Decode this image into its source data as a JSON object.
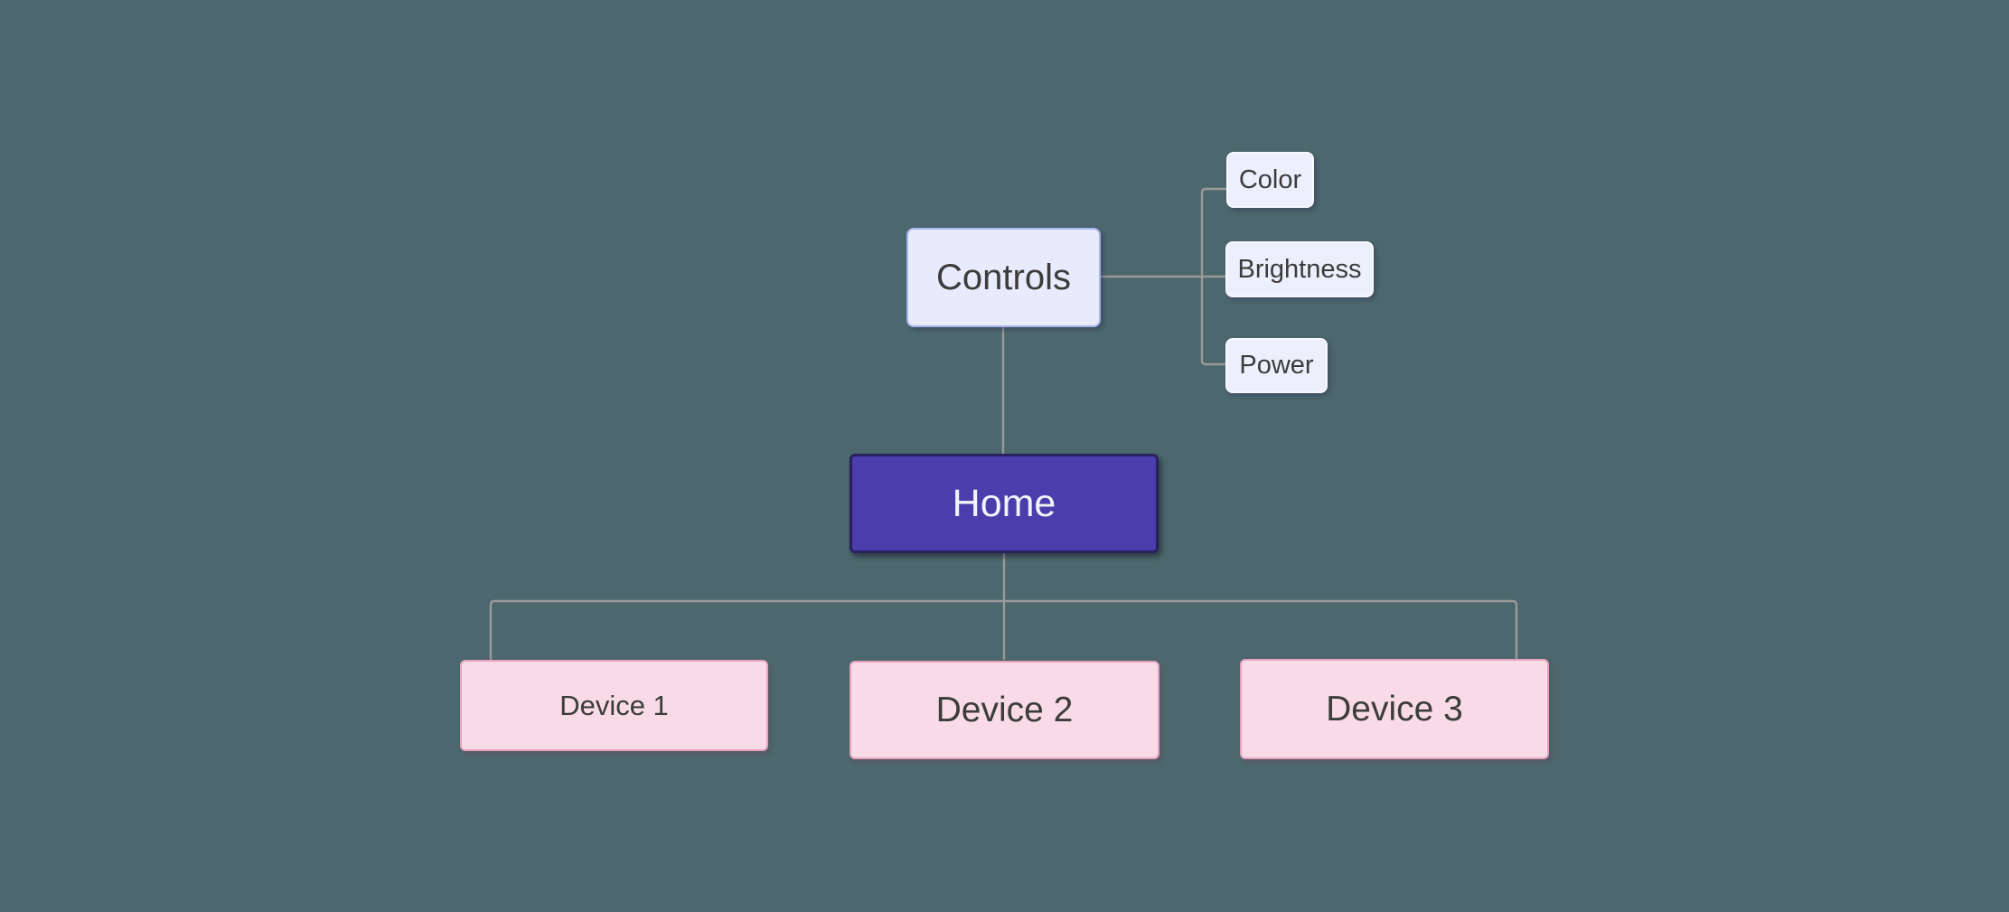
{
  "diagram": {
    "root": {
      "label": "Home"
    },
    "branch": {
      "label": "Controls"
    },
    "leaves": [
      {
        "label": "Color"
      },
      {
        "label": "Brightness"
      },
      {
        "label": "Power"
      }
    ],
    "devices": [
      {
        "label": "Device 1"
      },
      {
        "label": "Device 2"
      },
      {
        "label": "Device 3"
      }
    ],
    "colors": {
      "background": "#4C676D",
      "connector": "#9A9A9A",
      "text": "#3C3C3C",
      "root_fill": "#4B3DAB",
      "root_border": "#27215E",
      "root_text": "#F4F3FA",
      "branch_fill": "#E8EBFC",
      "branch_border": "#A9B3EF",
      "leaf_fill": "#ECEFFC",
      "leaf_border": "#F8F9FF",
      "device_fill": "#F8DBE6",
      "device_border": "#E5A3BF"
    }
  }
}
